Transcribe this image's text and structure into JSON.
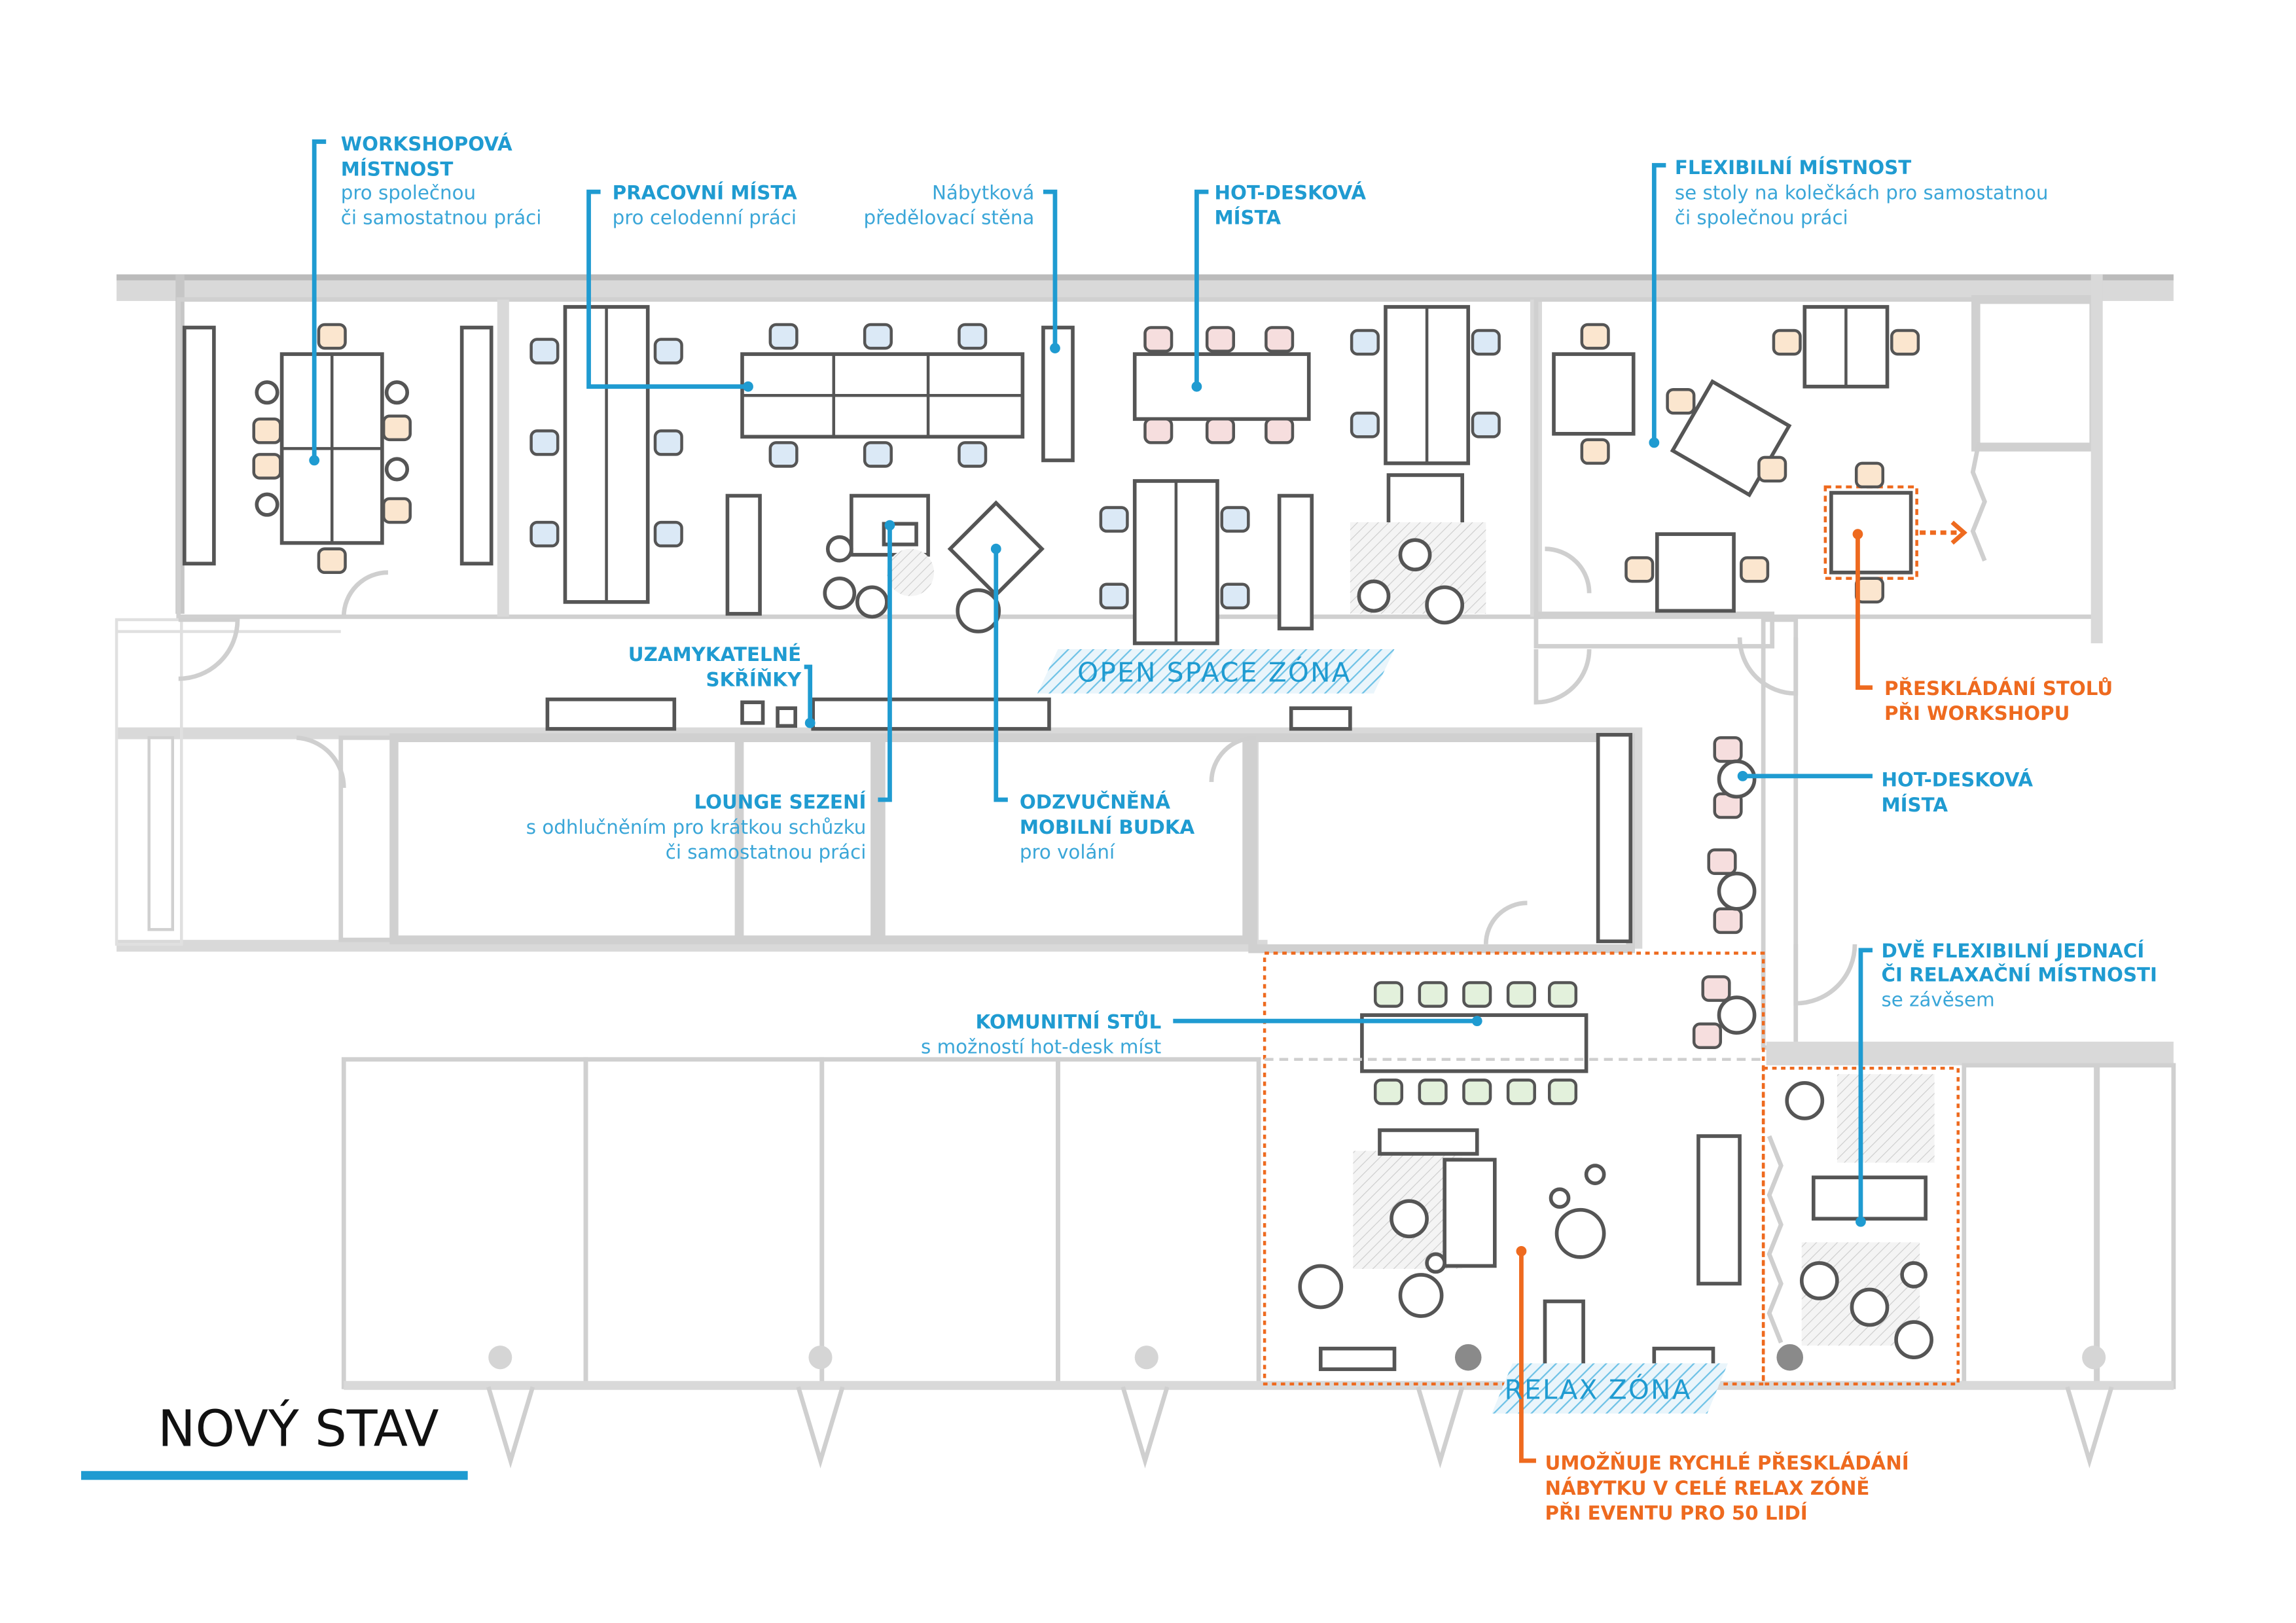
{
  "title": "NOVÝ STAV",
  "zones": {
    "open_space": "OPEN SPACE ZÓNA",
    "relax": "RELAX ZÓNA"
  },
  "labels": {
    "workshop": {
      "l1": "WORKSHOPOVÁ",
      "l2": "MÍSTNOST",
      "s1": "pro společnou",
      "s2": "či samostatnou práci"
    },
    "pracovni": {
      "l1": "PRACOVNÍ MÍSTA",
      "s1": "pro celodenní práci"
    },
    "nabytkova": {
      "s1": "Nábytková",
      "s2": "předělovací stěna"
    },
    "hotdesk_top": {
      "l1": "HOT-DESKOVÁ",
      "l2": "MÍSTA"
    },
    "flexibilni": {
      "l1": "FLEXIBILNÍ MÍSTNOST",
      "s1": "se stoly na kolečkách pro samostatnou",
      "s2": "či společnou práci"
    },
    "skrinky": {
      "l1": "UZAMYKATELNÉ",
      "l2": "SKŘÍŇKY"
    },
    "lounge": {
      "l1": "LOUNGE SEZENÍ",
      "s1": "s odhlučněním pro krátkou schůzku",
      "s2": "či samostatnou práci"
    },
    "budka": {
      "l1": "ODZVUČNĚNÁ",
      "l2": "MOBILNÍ BUDKA",
      "s1": "pro volání"
    },
    "preskladani": {
      "l1": "PŘESKLÁDÁNÍ STOLŮ",
      "l2": "PŘI WORKSHOPU"
    },
    "hotdesk_right": {
      "l1": "HOT-DESKOVÁ",
      "l2": "MÍSTA"
    },
    "dve_flex": {
      "l1": "DVĚ FLEXIBILNÍ JEDNACÍ",
      "l2": "ČI RELAXAČNÍ MÍSTNOSTI",
      "s1": "se závěsem"
    },
    "komunitni": {
      "l1": "KOMUNITNÍ STŮL",
      "s1": "s možností hot-desk míst"
    },
    "umoznuje": {
      "l1": "UMOŽŇUJE RYCHLÉ PŘESKLÁDÁNÍ",
      "l2": "NÁBYTKU V CELÉ RELAX ZÓNĚ",
      "l3": "PŘI EVENTU PRO 50 LIDÍ"
    }
  },
  "colors": {
    "accent_blue": "#1f9bd1",
    "accent_orange": "#ee6a1f",
    "walls": "#d9d9d9"
  }
}
